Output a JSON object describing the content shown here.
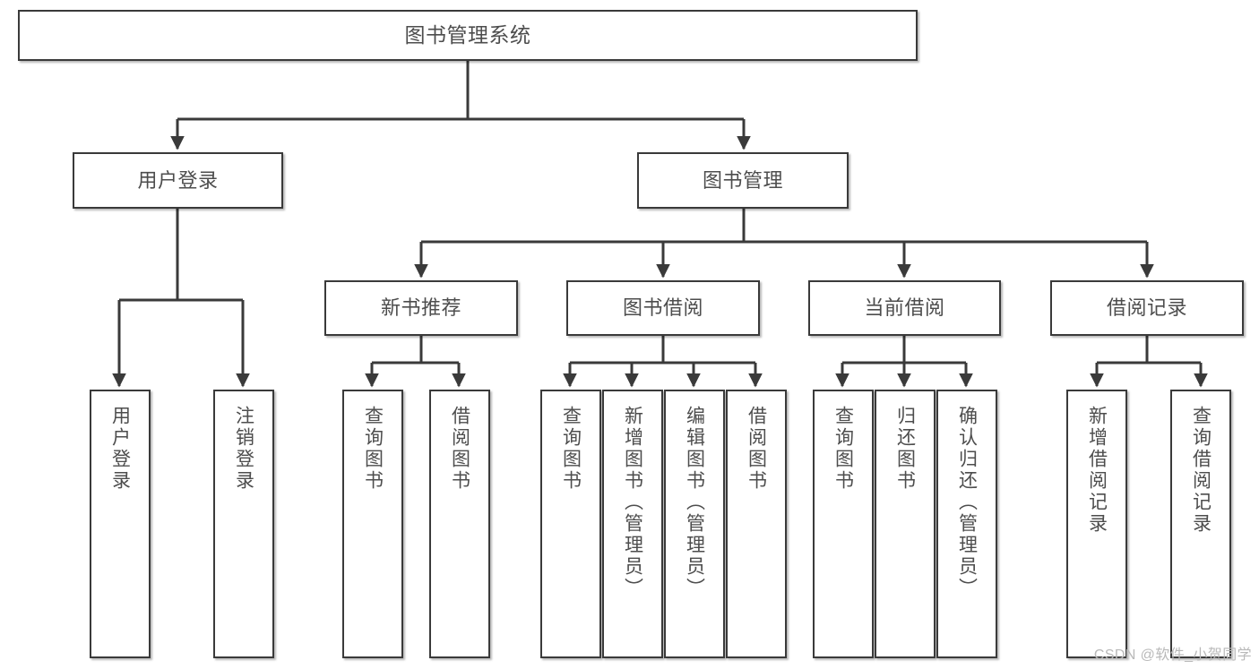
{
  "diagram": {
    "type": "tree",
    "title": "图书管理系统",
    "watermark": "CSDN @软件_小贺同学",
    "root": {
      "label": "图书管理系统"
    },
    "level2": [
      {
        "label": "用户登录"
      },
      {
        "label": "图书管理"
      }
    ],
    "level3": [
      {
        "label": "新书推荐"
      },
      {
        "label": "图书借阅"
      },
      {
        "label": "当前借阅"
      },
      {
        "label": "借阅记录"
      }
    ],
    "leaves": {
      "user_login": [
        {
          "label": "用户登录"
        },
        {
          "label": "注销登录"
        }
      ],
      "new_book_recommend": [
        {
          "label": "查询图书"
        },
        {
          "label": "借阅图书"
        }
      ],
      "book_borrow": [
        {
          "label": "查询图书"
        },
        {
          "label": "新增图书（管理员）"
        },
        {
          "label": "编辑图书（管理员）"
        },
        {
          "label": "借阅图书"
        }
      ],
      "current_borrow": [
        {
          "label": "查询图书"
        },
        {
          "label": "归还图书"
        },
        {
          "label": "确认归还（管理员）"
        }
      ],
      "borrow_record": [
        {
          "label": "新增借阅记录"
        },
        {
          "label": "查询借阅记录"
        }
      ]
    },
    "colors": {
      "stroke": "#3a3a3a",
      "text": "#4d4d4d",
      "background": "#ffffff",
      "watermark": "#b9b9b9"
    }
  }
}
